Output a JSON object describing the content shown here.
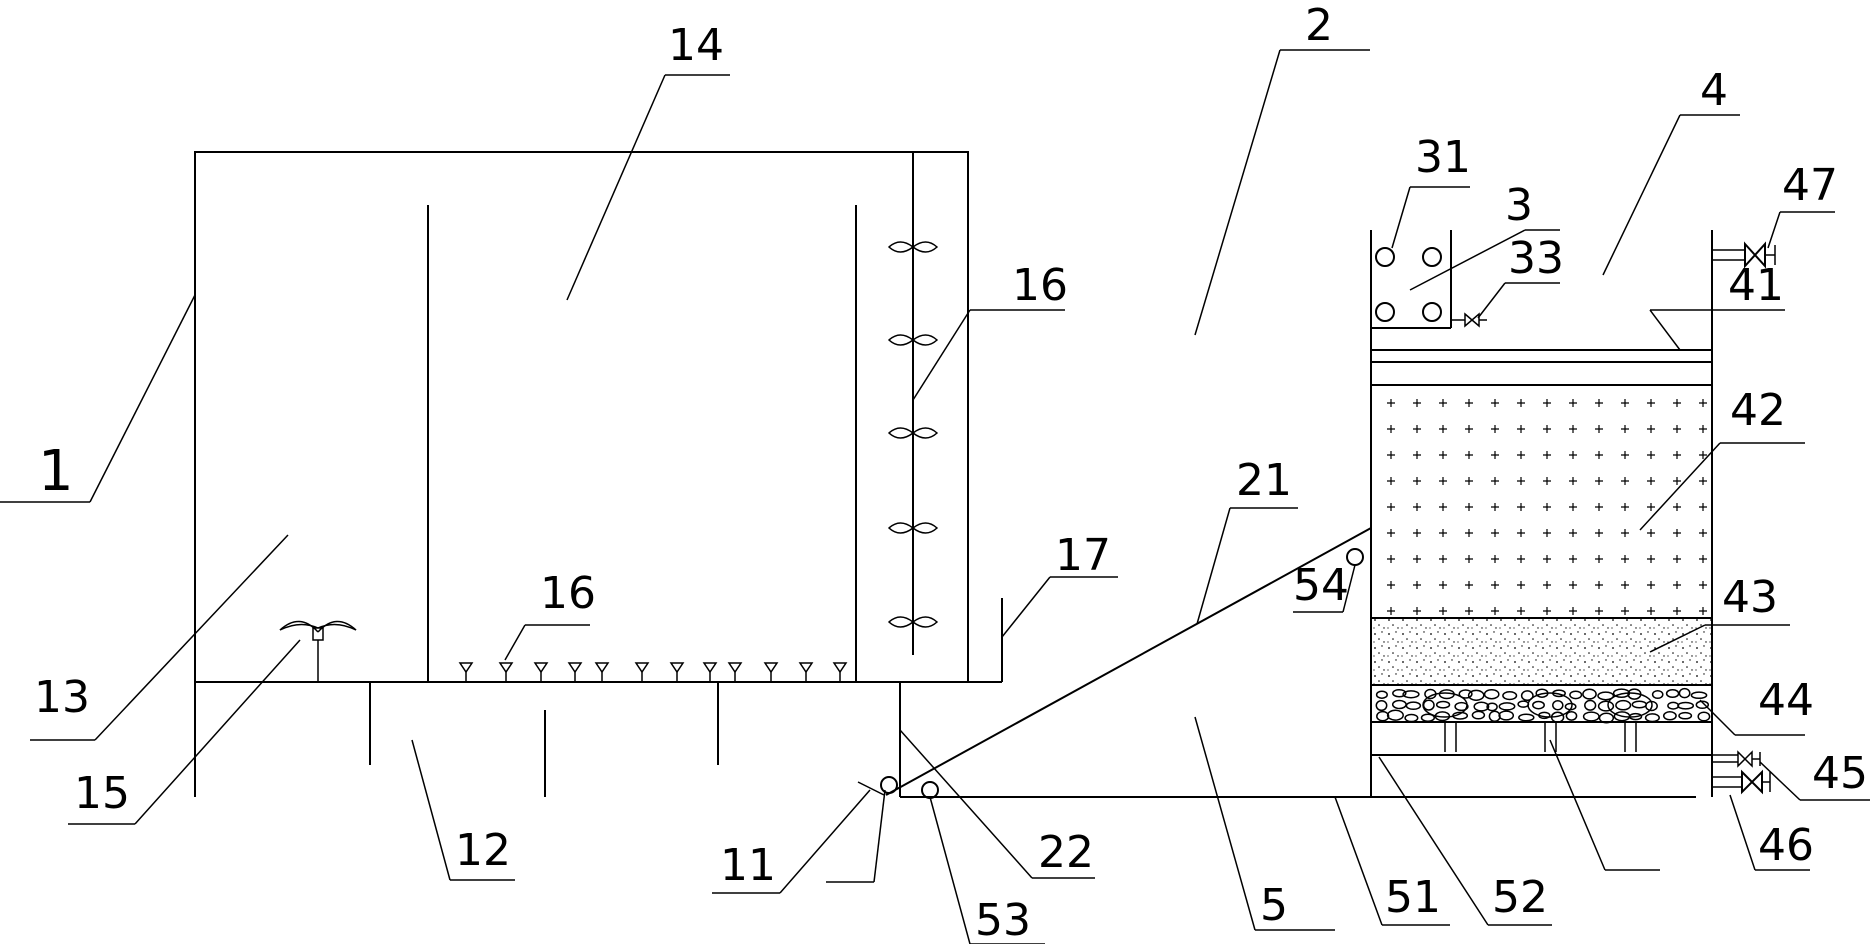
{
  "labels": {
    "l1": "1",
    "l2": "2",
    "l3": "3",
    "l4": "4",
    "l5": "5",
    "l11": "11",
    "l12": "12",
    "l13": "13",
    "l14": "14",
    "l15": "15",
    "l16a": "16",
    "l16b": "16",
    "l17": "17",
    "l21": "21",
    "l22": "22",
    "l31": "31",
    "l33": "33",
    "l41": "41",
    "l42": "42",
    "l43": "43",
    "l44": "44",
    "l45": "45",
    "l46": "46",
    "l47": "47",
    "l51": "51",
    "l52": "52",
    "l53": "53",
    "l54": "54"
  }
}
